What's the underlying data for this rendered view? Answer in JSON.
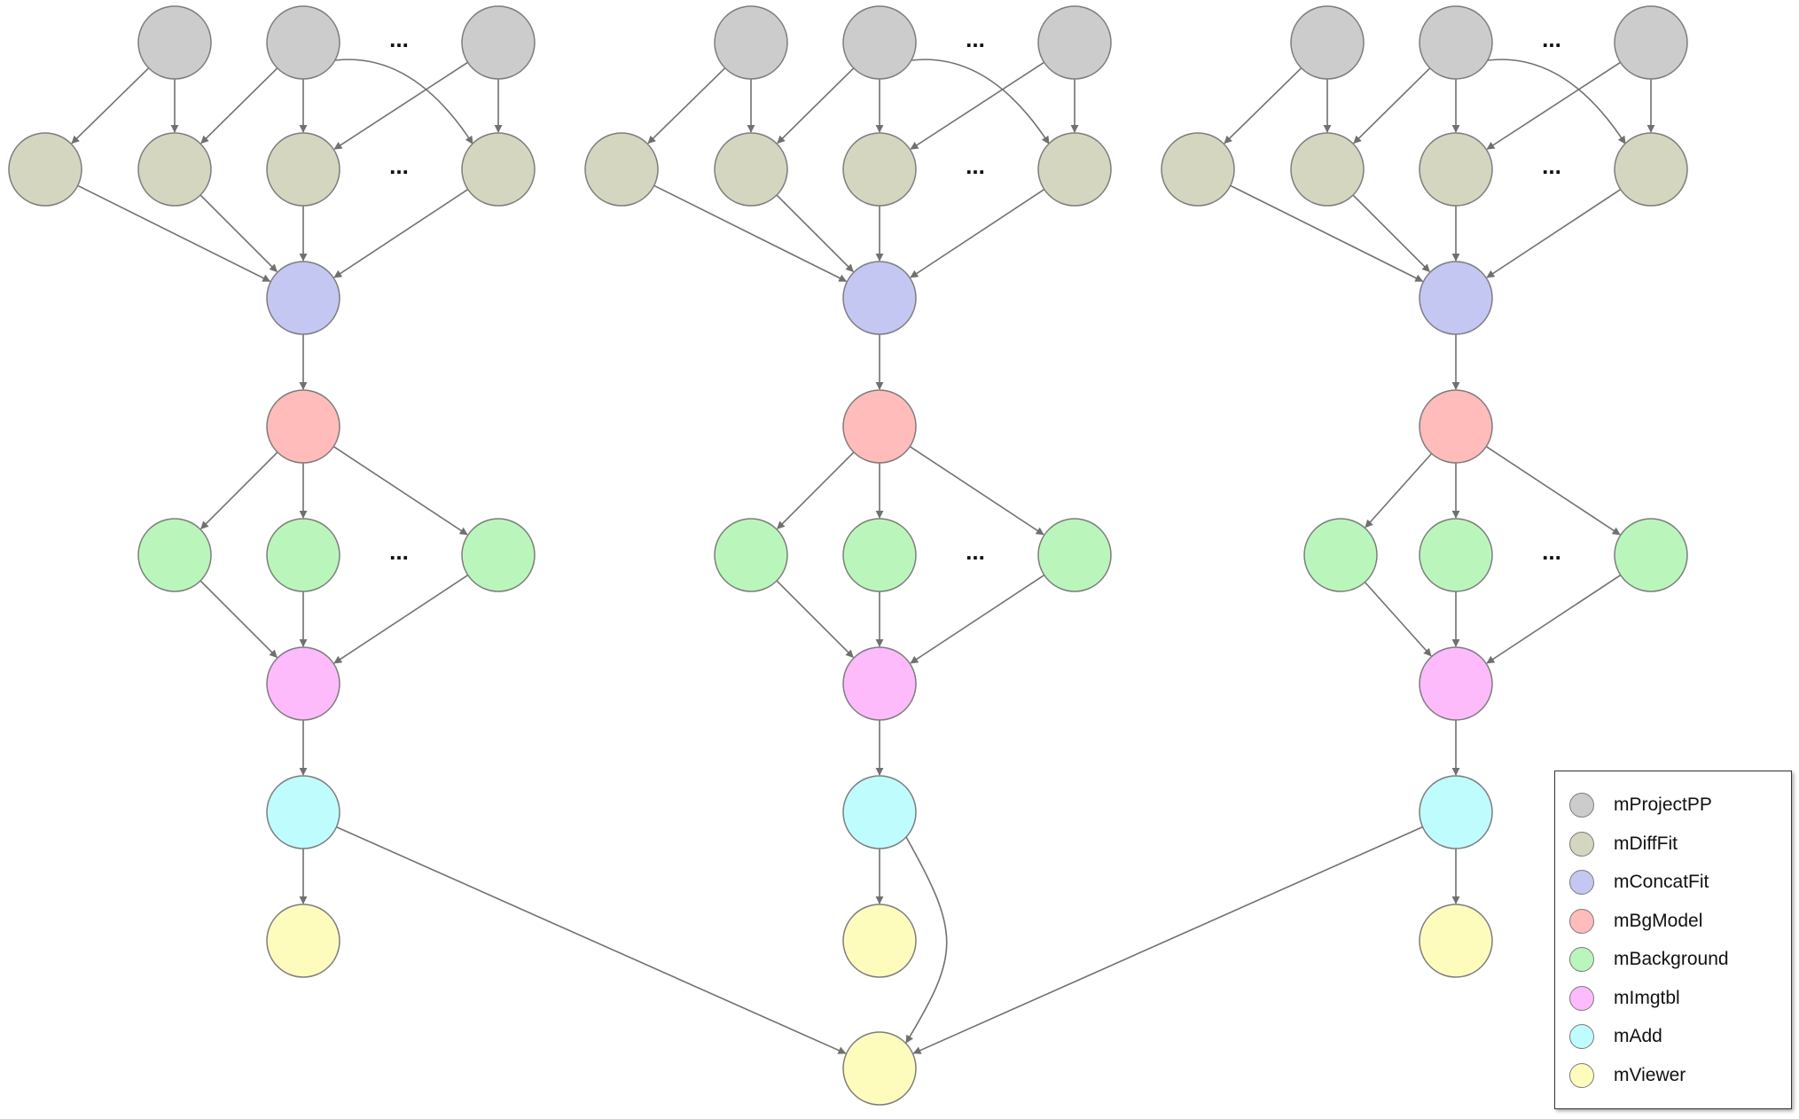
{
  "legend": {
    "items": [
      {
        "label": "mProjectPP",
        "color": "#cccccc"
      },
      {
        "label": "mDiffFit",
        "color": "#d4d6bf"
      },
      {
        "label": "mConcatFit",
        "color": "#c4c7f2"
      },
      {
        "label": "mBgModel",
        "color": "#ffbcba"
      },
      {
        "label": "mBackground",
        "color": "#baf6bb"
      },
      {
        "label": "mImgtbl",
        "color": "#fdbbfb"
      },
      {
        "label": "mAdd",
        "color": "#bffcfd"
      },
      {
        "label": "mViewer",
        "color": "#fefcbd"
      }
    ]
  },
  "diagram": {
    "ellipsis": "...",
    "stroke_color": "#7d7d7d",
    "edge_color": "#707070"
  }
}
